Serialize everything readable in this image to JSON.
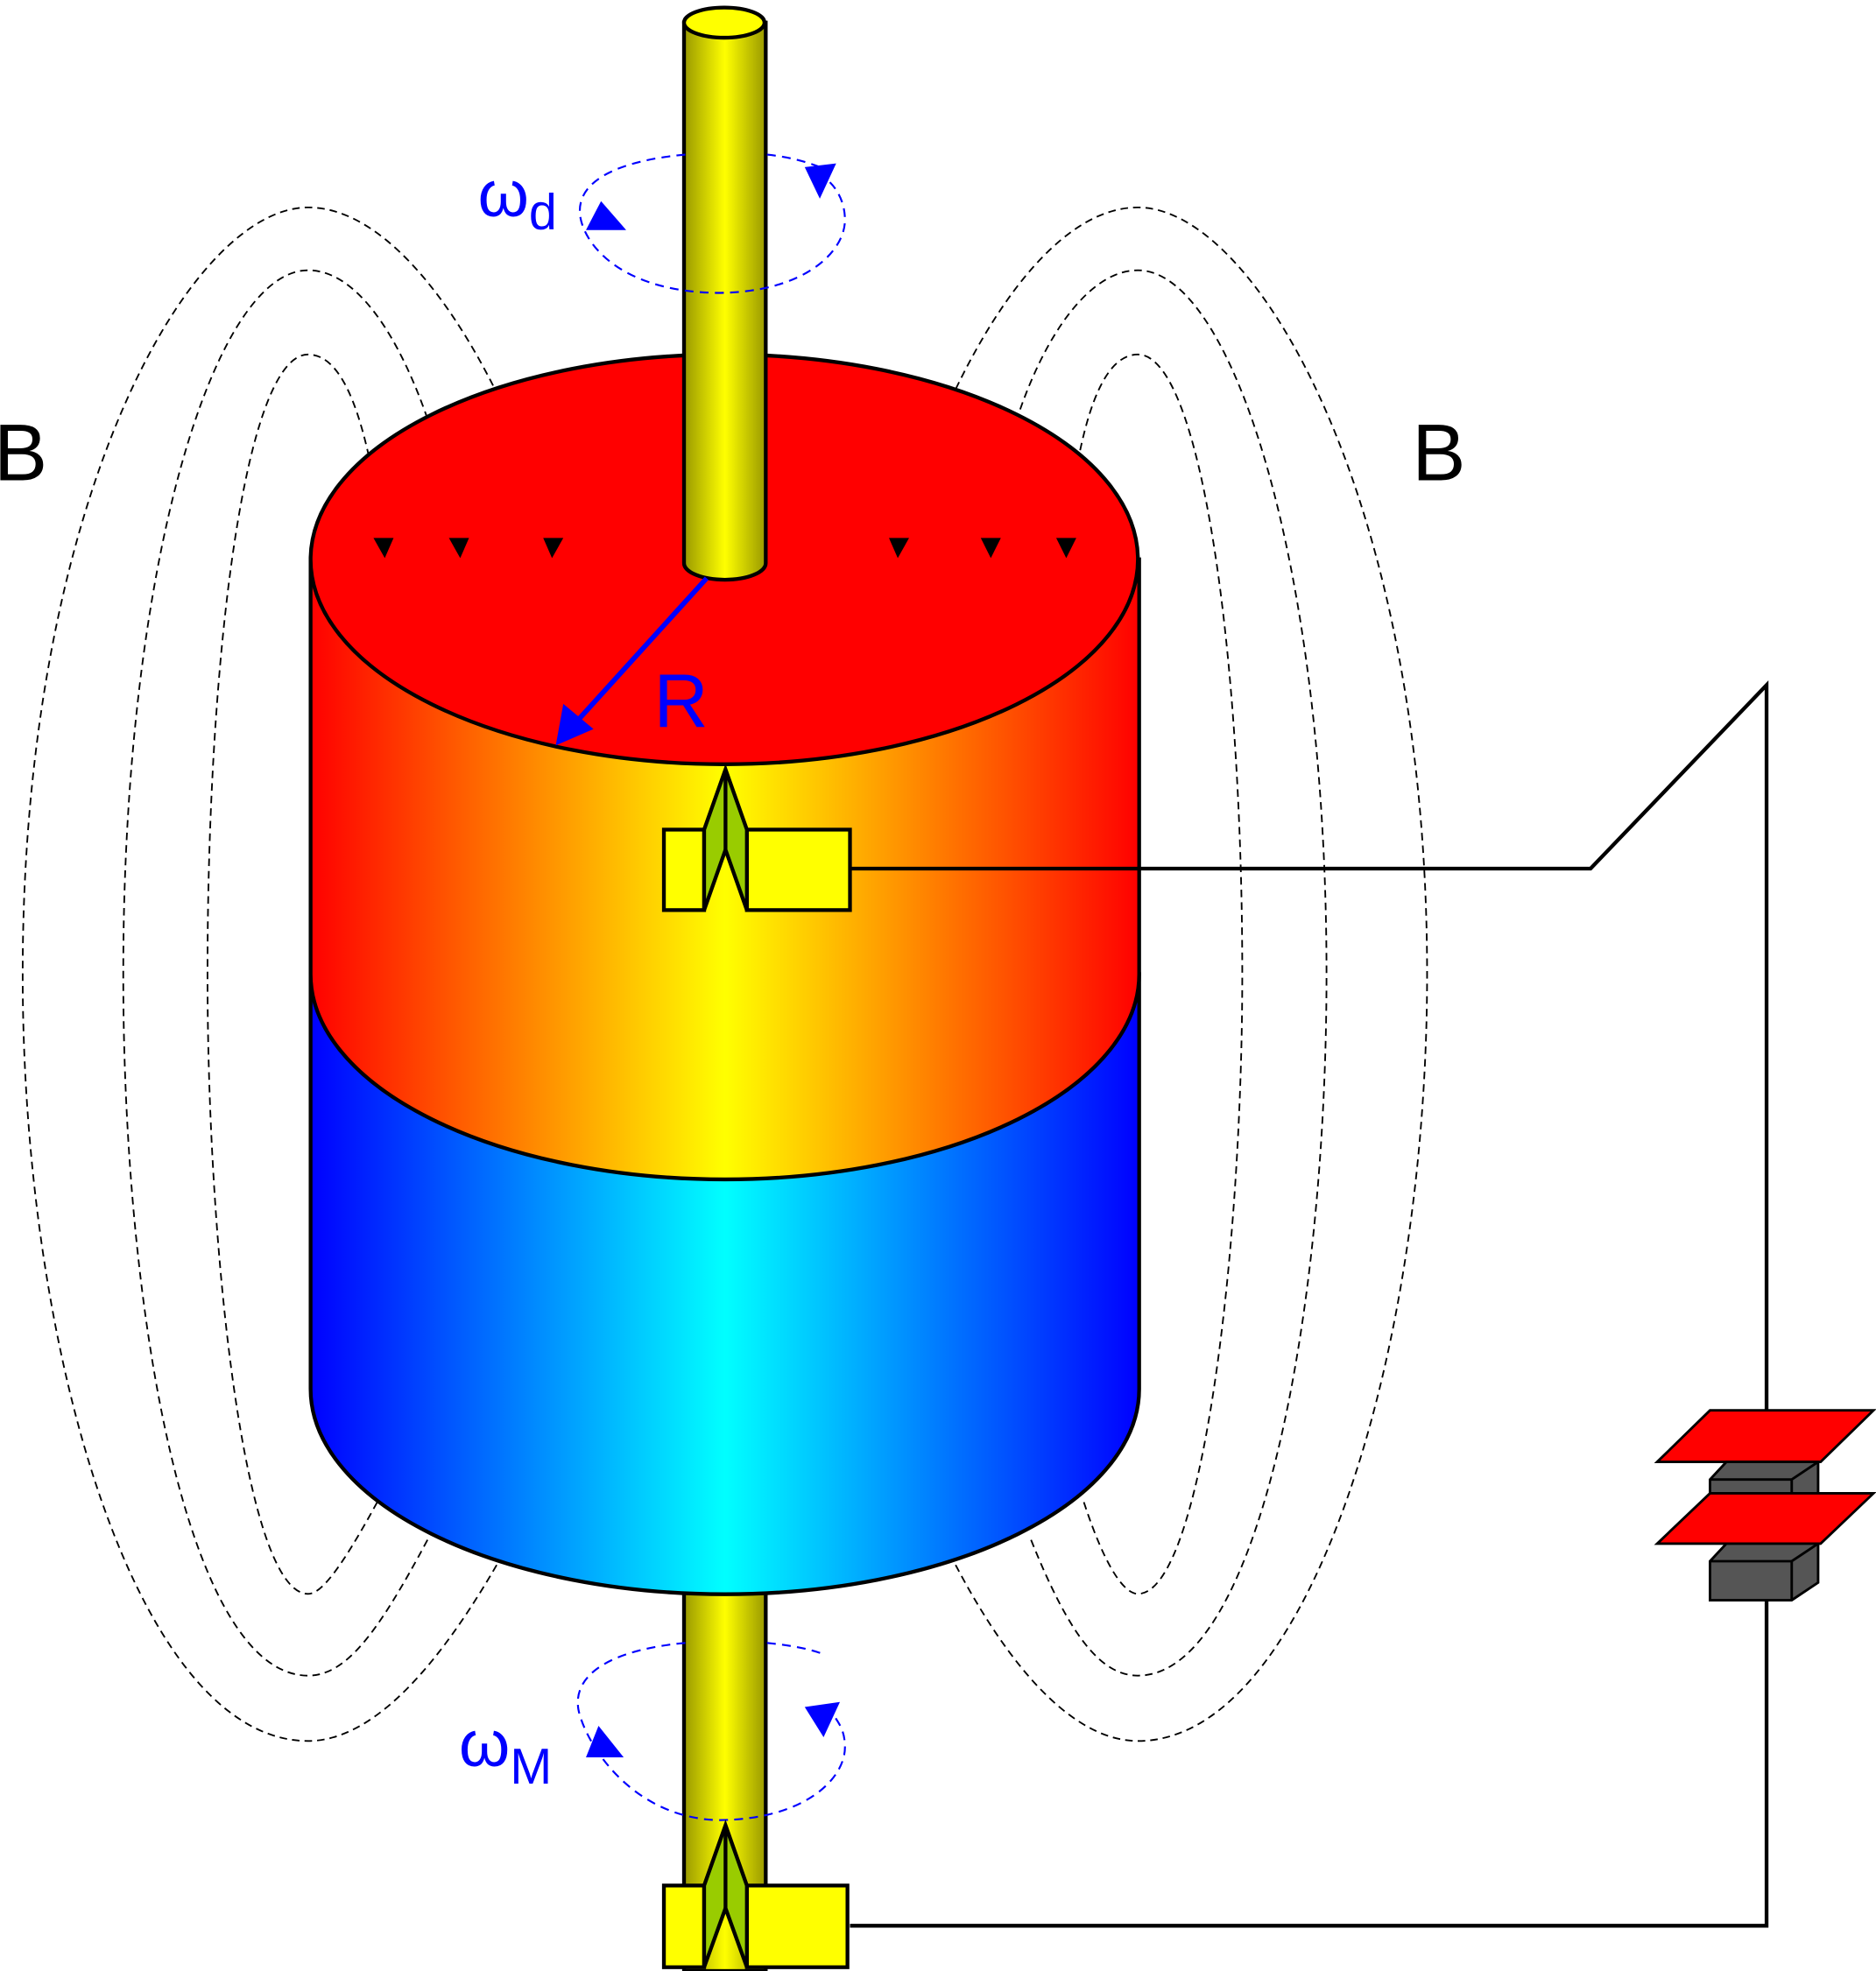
{
  "labels": {
    "b_left": "B",
    "b_right": "B",
    "radius": "R",
    "omega_d": "ω",
    "omega_d_sub": "d",
    "omega_m": "ω",
    "omega_m_sub": "M"
  },
  "colors": {
    "magnet_top": "#ff0000",
    "magnet_mid": "#ffff00",
    "magnet_bottom_edge": "#0000ff",
    "magnet_bottom_mid": "#00ffff",
    "shaft": "#ffff00",
    "brush": "#ffff00",
    "brush_contact": "#99cc00",
    "annotation": "#0000ff",
    "battery_plate": "#ff0000",
    "battery_cell": "#555555"
  }
}
